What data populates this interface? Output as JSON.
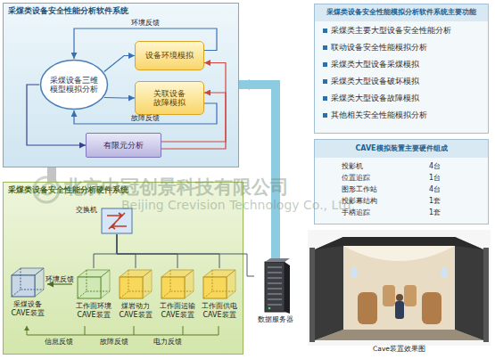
{
  "diagram": {
    "nodes": [
      {
        "text": [
          "采煤类设备安全性能分析软件系统"
        ]
      },
      {
        "text": [
          "采煤设备三维模型模拟分析"
        ],
        "in": 0
      },
      {
        "text": [
          "设备环境模拟"
        ],
        "in": 0
      },
      {
        "text": [
          "关联设备故障模拟"
        ],
        "in": 0
      },
      {
        "text": [
          "有限元分析"
        ],
        "in": 0
      },
      {
        "text": [
          "采煤类设备安全性能模拟分析软件系统主要功能",
          "采煤类主要大型设备安全性能分析",
          "联动设备安全性能模拟分析",
          "采煤类大型设备采煤模拟",
          "采煤类大型设备破坏模拟",
          "采煤类大型设备故障模拟",
          "其他相关安全性能模拟分析"
        ]
      },
      {
        "text": [
          "CAVE模拟装置主要硬件组成",
          "投影机",
          "4台",
          "位置追踪",
          "1台",
          "图形工作站",
          "4台",
          "投影幕结构",
          "1套",
          "手柄追踪",
          "1套"
        ]
      },
      {
        "text": [
          "采煤类设备安全性能分析硬件系统"
        ]
      },
      {
        "text": [
          "交换机"
        ],
        "in": 7
      },
      {
        "text": [
          "采煤设备 CAVE装置"
        ],
        "in": 7
      },
      {
        "text": [
          "工作面环境 CAVE装置"
        ],
        "in": 7
      },
      {
        "text": [
          "煤岩动力 CAVE装置"
        ],
        "in": 7
      },
      {
        "text": [
          "工作面运输 CAVE装置"
        ],
        "in": 7
      },
      {
        "text": [
          "工作面供电 CAVE装置"
        ],
        "in": 7
      },
      {
        "text": [
          "数据服务器"
        ]
      },
      {
        "text": [
          "Cave装置效果图"
        ]
      }
    ],
    "edges": [
      {
        "from": 1,
        "to": 2,
        "arrow": "to"
      },
      {
        "from": 2,
        "to": 1,
        "arrow": "to",
        "label": "环境反馈"
      },
      {
        "from": 1,
        "to": 3,
        "arrow": "to"
      },
      {
        "from": 3,
        "to": 1,
        "arrow": "to",
        "label": "故障反馈"
      },
      {
        "from": 1,
        "to": 4,
        "arrow": "to"
      },
      {
        "from": 4,
        "to": 2,
        "arrow": "to"
      },
      {
        "from": 4,
        "to": 3,
        "arrow": "to"
      },
      {
        "from": 0,
        "to": 7,
        "arrow": "to"
      },
      {
        "from": 14,
        "to": 0,
        "arrow": "to"
      },
      {
        "from": 8,
        "to": 10,
        "arrow": "none"
      },
      {
        "from": 8,
        "to": 11,
        "arrow": "none"
      },
      {
        "from": 8,
        "to": 12,
        "arrow": "none"
      },
      {
        "from": 8,
        "to": 13,
        "arrow": "none"
      },
      {
        "from": 8,
        "to": 14,
        "arrow": "none"
      },
      {
        "from": 10,
        "to": 9,
        "arrow": "to",
        "label": "环境反馈"
      }
    ],
    "labels": [
      "信息反馈",
      "故障反馈",
      "电力反馈",
      "北京中冠创景科技有限公司",
      "Beijing Crevision Technology Co., Ltd."
    ]
  }
}
